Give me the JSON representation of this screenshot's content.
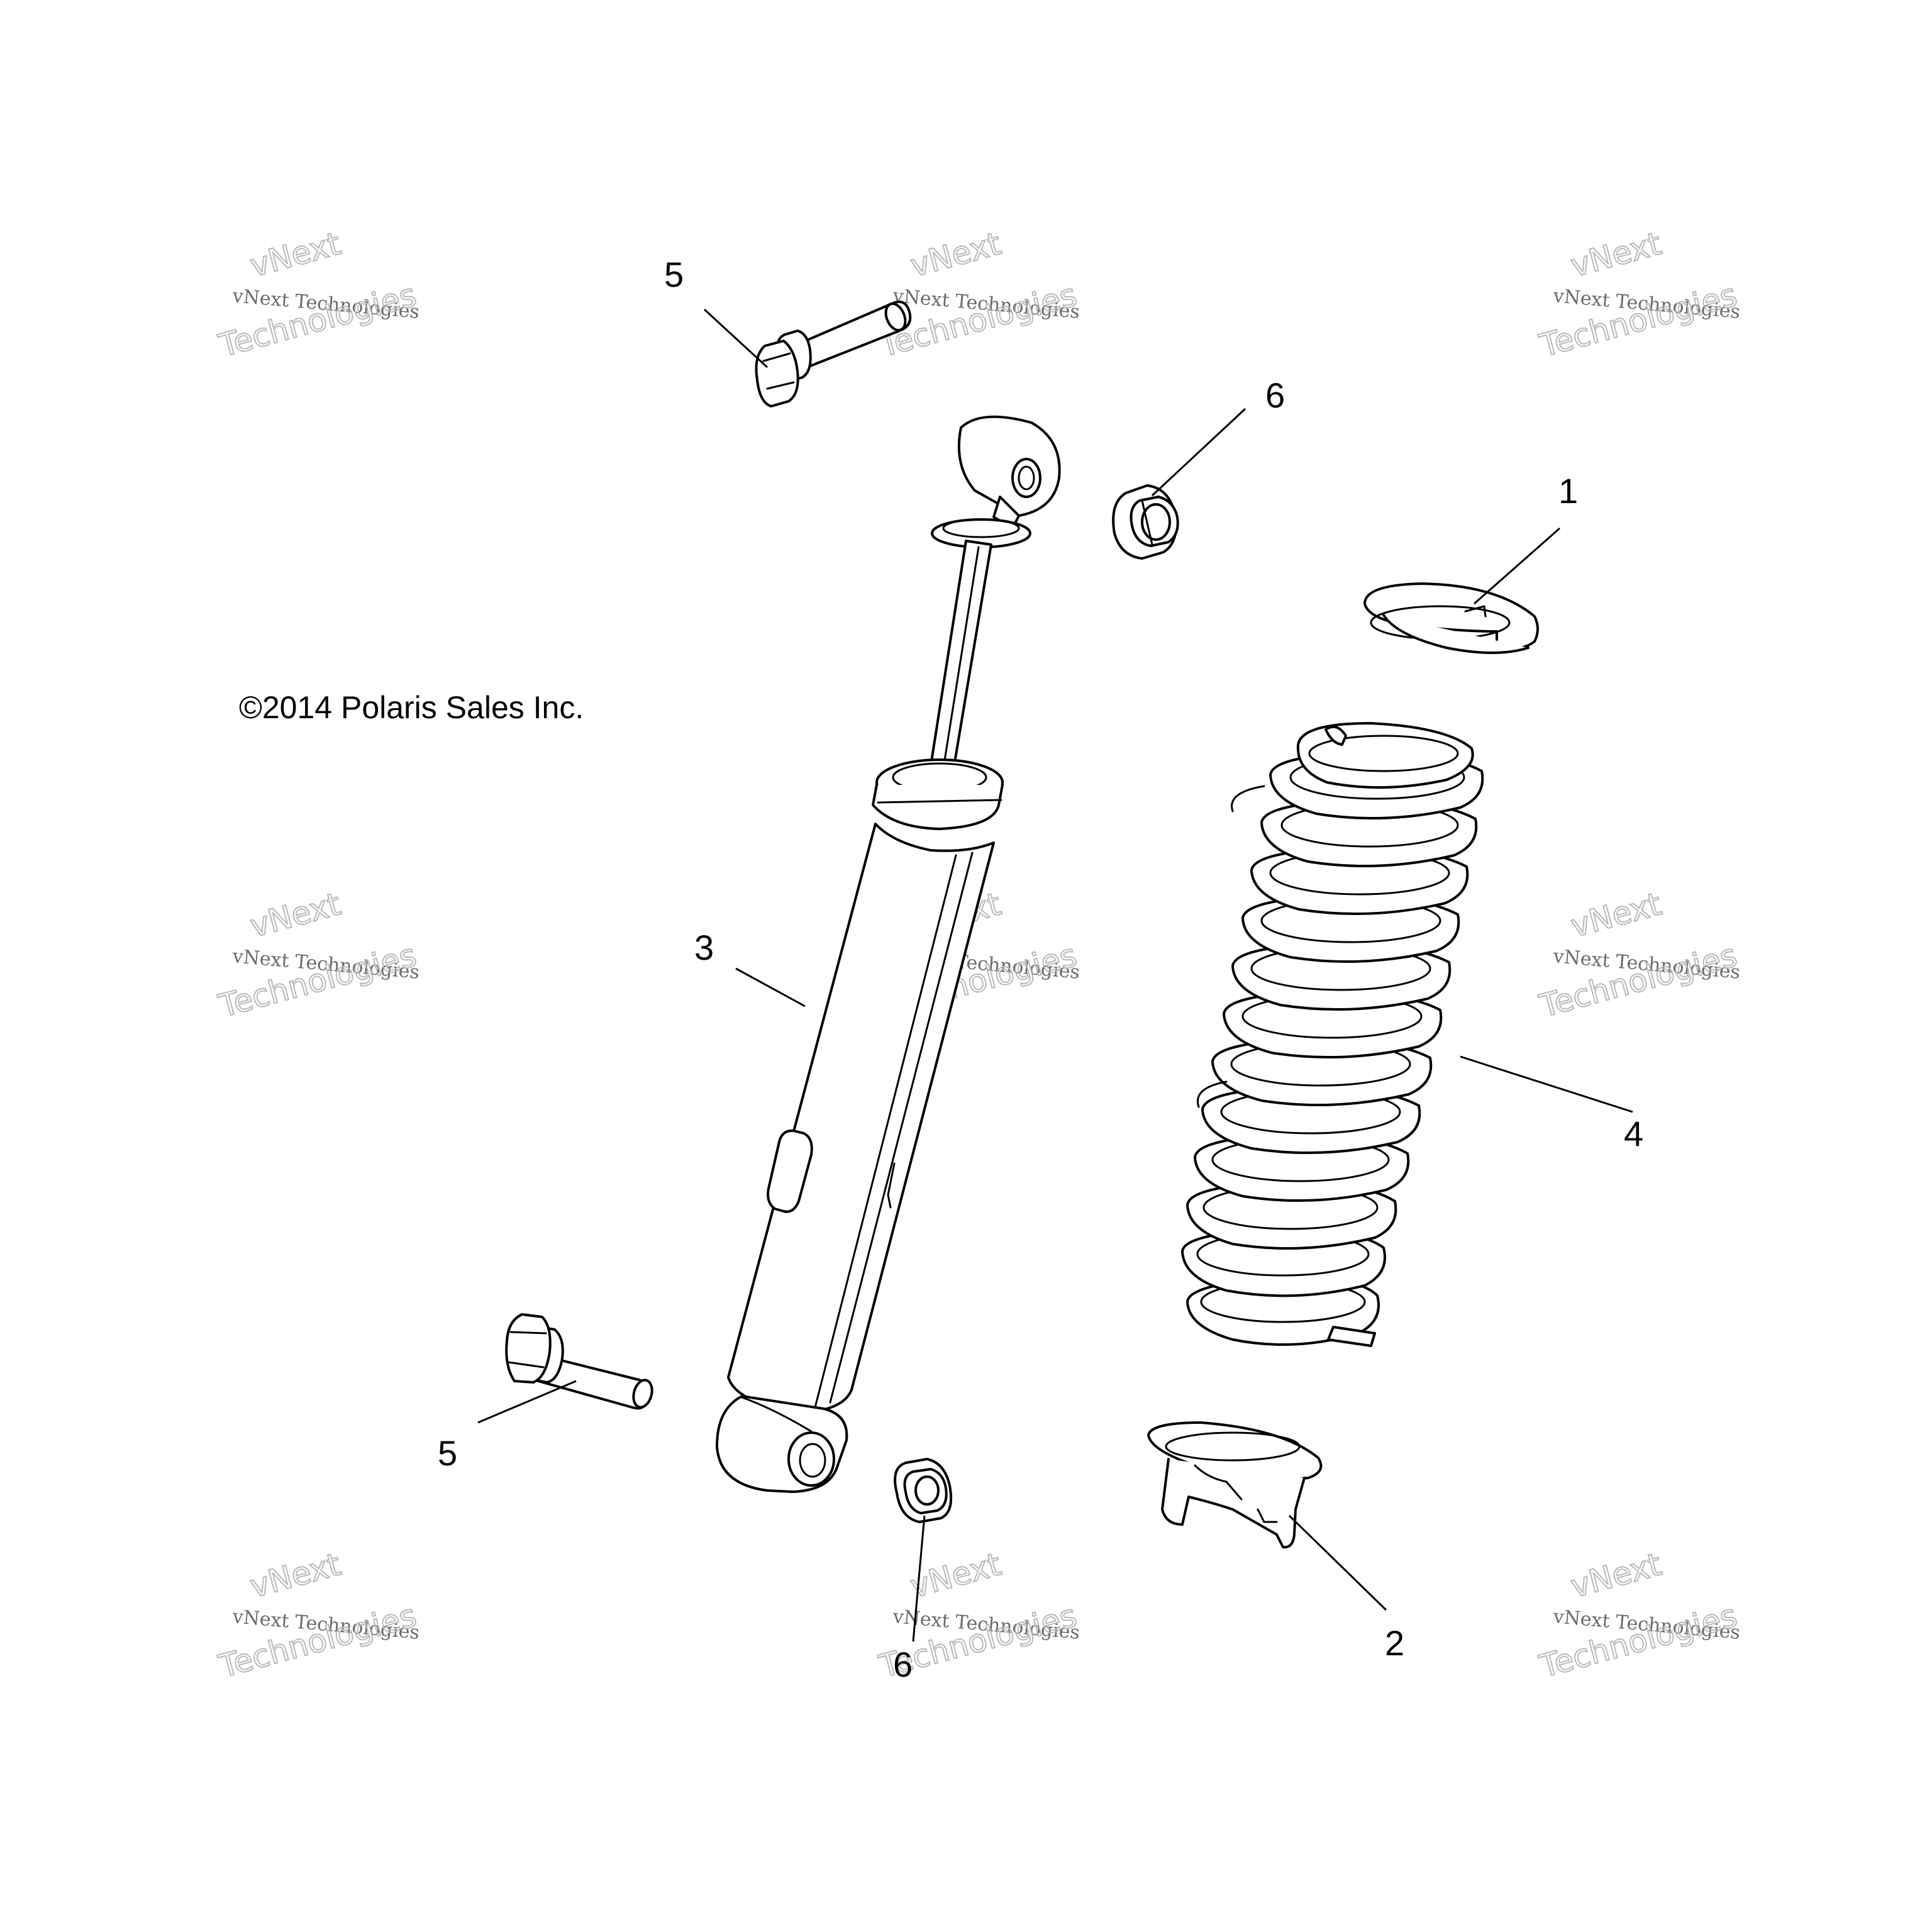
{
  "copyright": "©2014 Polaris Sales Inc.",
  "watermark": {
    "line_small": "vNext Technologies",
    "line_top": "vNext",
    "line_bottom": "Technologies"
  },
  "callouts": {
    "c1": "1",
    "c2": "2",
    "c3": "3",
    "c4": "4",
    "c5_top": "5",
    "c5_bottom": "5",
    "c6_top": "6",
    "c6_bottom": "6"
  },
  "parts": {
    "1": "spring-retainer-clip",
    "2": "lower-spring-seat",
    "3": "shock-absorber",
    "4": "coil-spring",
    "5": "flange-bolt",
    "6": "flange-nut"
  }
}
